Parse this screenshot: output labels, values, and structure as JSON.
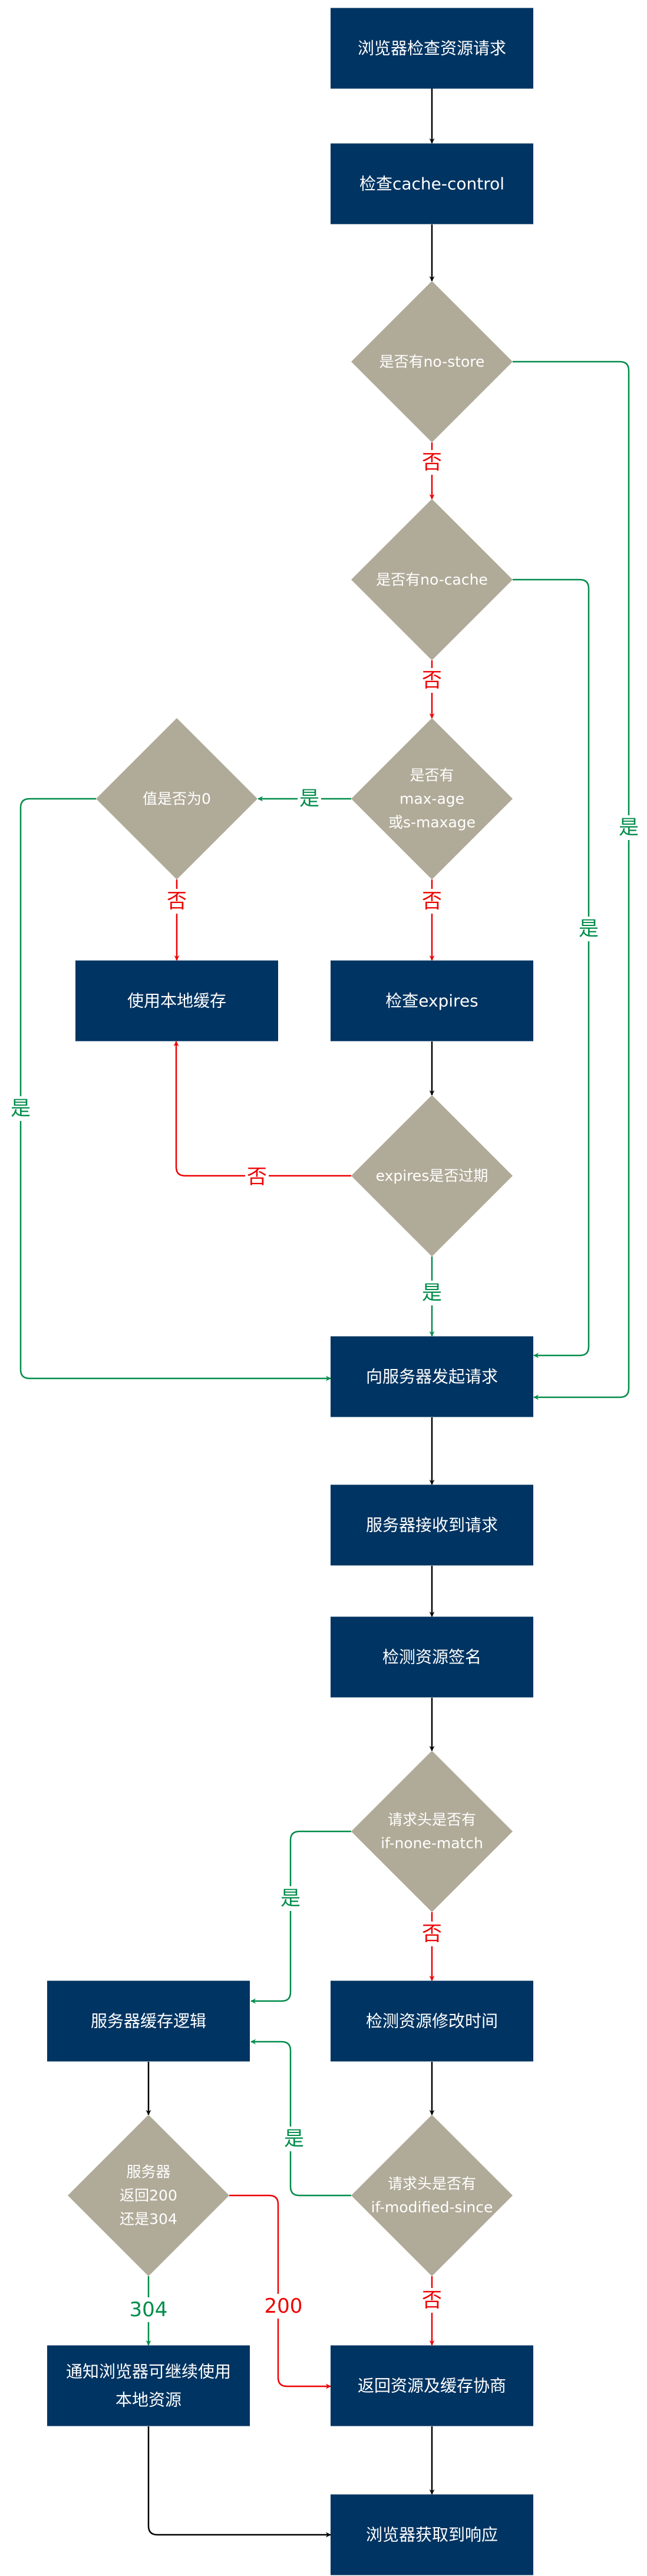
{
  "colors": {
    "box": "#003462",
    "decision": "#b0aa98",
    "flow": "#000000",
    "yes": "#008c4a",
    "no": "#ee0000",
    "text": "#ffffff"
  },
  "nodes": {
    "browser_check": {
      "type": "process",
      "lines": [
        "浏览器检查资源请求"
      ]
    },
    "check_cache_control": {
      "type": "process",
      "lines": [
        "检查cache-control"
      ]
    },
    "has_no_store": {
      "type": "decision",
      "lines": [
        "是否有no-store"
      ]
    },
    "has_no_cache": {
      "type": "decision",
      "lines": [
        "是否有no-cache"
      ]
    },
    "has_max_age": {
      "type": "decision",
      "lines": [
        "是否有",
        "max-age",
        "或s-maxage"
      ]
    },
    "value_is_zero": {
      "type": "decision",
      "lines": [
        "值是否为0"
      ]
    },
    "use_local_cache": {
      "type": "process",
      "lines": [
        "使用本地缓存"
      ]
    },
    "check_expires": {
      "type": "process",
      "lines": [
        "检查expires"
      ]
    },
    "expires_expired": {
      "type": "decision",
      "lines": [
        "expires是否过期"
      ]
    },
    "send_request": {
      "type": "process",
      "lines": [
        "向服务器发起请求"
      ]
    },
    "server_receive": {
      "type": "process",
      "lines": [
        "服务器接收到请求"
      ]
    },
    "check_signature": {
      "type": "process",
      "lines": [
        "检测资源签名"
      ]
    },
    "has_if_none_match": {
      "type": "decision",
      "lines": [
        "请求头是否有",
        "if-none-match"
      ]
    },
    "server_cache_logic": {
      "type": "process",
      "lines": [
        "服务器缓存逻辑"
      ]
    },
    "check_modified_time": {
      "type": "process",
      "lines": [
        "检测资源修改时间"
      ]
    },
    "server_return": {
      "type": "decision",
      "lines": [
        "服务器",
        "返回200",
        "还是304"
      ]
    },
    "has_if_modified_since": {
      "type": "decision",
      "lines": [
        "请求头是否有",
        "if-modified-since"
      ]
    },
    "notify_browser": {
      "type": "process",
      "lines": [
        "通知浏览器可继续使用",
        "本地资源"
      ]
    },
    "return_resource": {
      "type": "process",
      "lines": [
        "返回资源及缓存协商"
      ]
    },
    "browser_response": {
      "type": "process",
      "lines": [
        "浏览器获取到响应"
      ]
    }
  },
  "edges": [
    {
      "from": "browser_check",
      "to": "check_cache_control",
      "kind": "flow",
      "label": ""
    },
    {
      "from": "check_cache_control",
      "to": "has_no_store",
      "kind": "flow",
      "label": ""
    },
    {
      "from": "has_no_store",
      "to": "has_no_cache",
      "kind": "no",
      "label": "否"
    },
    {
      "from": "has_no_store",
      "to": "send_request",
      "kind": "yes",
      "label": "是"
    },
    {
      "from": "has_no_cache",
      "to": "has_max_age",
      "kind": "no",
      "label": "否"
    },
    {
      "from": "has_no_cache",
      "to": "send_request",
      "kind": "yes",
      "label": "是"
    },
    {
      "from": "has_max_age",
      "to": "value_is_zero",
      "kind": "yes",
      "label": "是"
    },
    {
      "from": "has_max_age",
      "to": "check_expires",
      "kind": "no",
      "label": "否"
    },
    {
      "from": "value_is_zero",
      "to": "use_local_cache",
      "kind": "no",
      "label": "否"
    },
    {
      "from": "value_is_zero",
      "to": "send_request",
      "kind": "yes",
      "label": "是"
    },
    {
      "from": "check_expires",
      "to": "expires_expired",
      "kind": "flow",
      "label": ""
    },
    {
      "from": "expires_expired",
      "to": "use_local_cache",
      "kind": "no",
      "label": "否"
    },
    {
      "from": "expires_expired",
      "to": "send_request",
      "kind": "yes",
      "label": "是"
    },
    {
      "from": "send_request",
      "to": "server_receive",
      "kind": "flow",
      "label": ""
    },
    {
      "from": "server_receive",
      "to": "check_signature",
      "kind": "flow",
      "label": ""
    },
    {
      "from": "check_signature",
      "to": "has_if_none_match",
      "kind": "flow",
      "label": ""
    },
    {
      "from": "has_if_none_match",
      "to": "server_cache_logic",
      "kind": "yes",
      "label": "是"
    },
    {
      "from": "has_if_none_match",
      "to": "check_modified_time",
      "kind": "no",
      "label": "否"
    },
    {
      "from": "check_modified_time",
      "to": "has_if_modified_since",
      "kind": "flow",
      "label": ""
    },
    {
      "from": "has_if_modified_since",
      "to": "server_cache_logic",
      "kind": "yes",
      "label": "是"
    },
    {
      "from": "has_if_modified_since",
      "to": "return_resource",
      "kind": "no",
      "label": "否"
    },
    {
      "from": "server_cache_logic",
      "to": "server_return",
      "kind": "flow",
      "label": ""
    },
    {
      "from": "server_return",
      "to": "notify_browser",
      "kind": "yes",
      "label": "304"
    },
    {
      "from": "server_return",
      "to": "return_resource",
      "kind": "no",
      "label": "200"
    },
    {
      "from": "return_resource",
      "to": "browser_response",
      "kind": "flow",
      "label": ""
    },
    {
      "from": "notify_browser",
      "to": "browser_response",
      "kind": "flow",
      "label": ""
    }
  ]
}
